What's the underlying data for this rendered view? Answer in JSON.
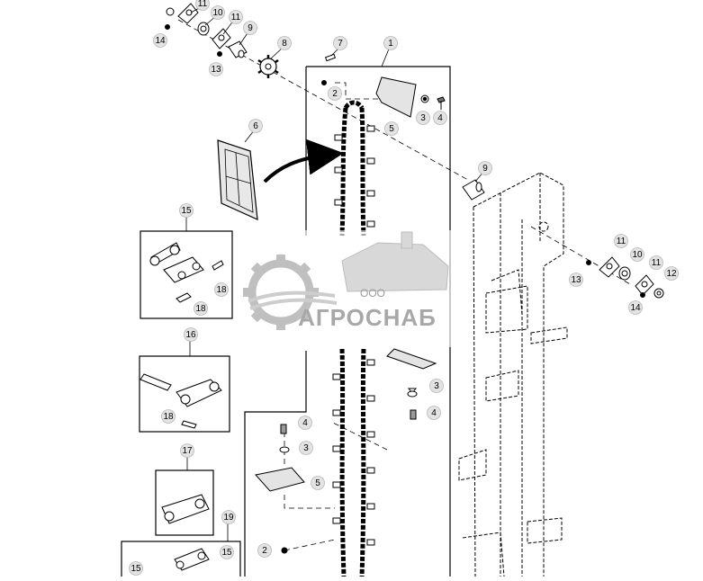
{
  "diagram": {
    "callouts": [
      {
        "id": "c-top-11a",
        "n": "11"
      },
      {
        "id": "c-top-10",
        "n": "10"
      },
      {
        "id": "c-top-11b",
        "n": "11"
      },
      {
        "id": "c-top-9",
        "n": "9"
      },
      {
        "id": "c-top-14",
        "n": "14"
      },
      {
        "id": "c-top-13",
        "n": "13"
      },
      {
        "id": "c-top-8",
        "n": "8"
      },
      {
        "id": "c-7",
        "n": "7"
      },
      {
        "id": "c-1",
        "n": "1"
      },
      {
        "id": "c-top-2",
        "n": "2"
      },
      {
        "id": "c-top-3",
        "n": "3"
      },
      {
        "id": "c-top-4",
        "n": "4"
      },
      {
        "id": "c-top-5",
        "n": "5"
      },
      {
        "id": "c-6",
        "n": "6"
      },
      {
        "id": "c-mid-9",
        "n": "9"
      },
      {
        "id": "c-r-11a",
        "n": "11"
      },
      {
        "id": "c-r-10",
        "n": "10"
      },
      {
        "id": "c-r-11b",
        "n": "11"
      },
      {
        "id": "c-r-12",
        "n": "12"
      },
      {
        "id": "c-r-13",
        "n": "13"
      },
      {
        "id": "c-r-14",
        "n": "14"
      },
      {
        "id": "c-15",
        "n": "15"
      },
      {
        "id": "c-15-18a",
        "n": "18"
      },
      {
        "id": "c-15-18b",
        "n": "18"
      },
      {
        "id": "c-16",
        "n": "16"
      },
      {
        "id": "c-16-18",
        "n": "18"
      },
      {
        "id": "c-17",
        "n": "17"
      },
      {
        "id": "c-19",
        "n": "19"
      },
      {
        "id": "c-19-15a",
        "n": "15"
      },
      {
        "id": "c-19-15b",
        "n": "15"
      },
      {
        "id": "c-bot-3",
        "n": "3"
      },
      {
        "id": "c-bot-4",
        "n": "4"
      },
      {
        "id": "c-low-4",
        "n": "4"
      },
      {
        "id": "c-low-3",
        "n": "3"
      },
      {
        "id": "c-low-5",
        "n": "5"
      },
      {
        "id": "c-low-2",
        "n": "2"
      }
    ]
  },
  "watermark": {
    "prefix": "ООО",
    "name": "АГРОСНАБ"
  }
}
